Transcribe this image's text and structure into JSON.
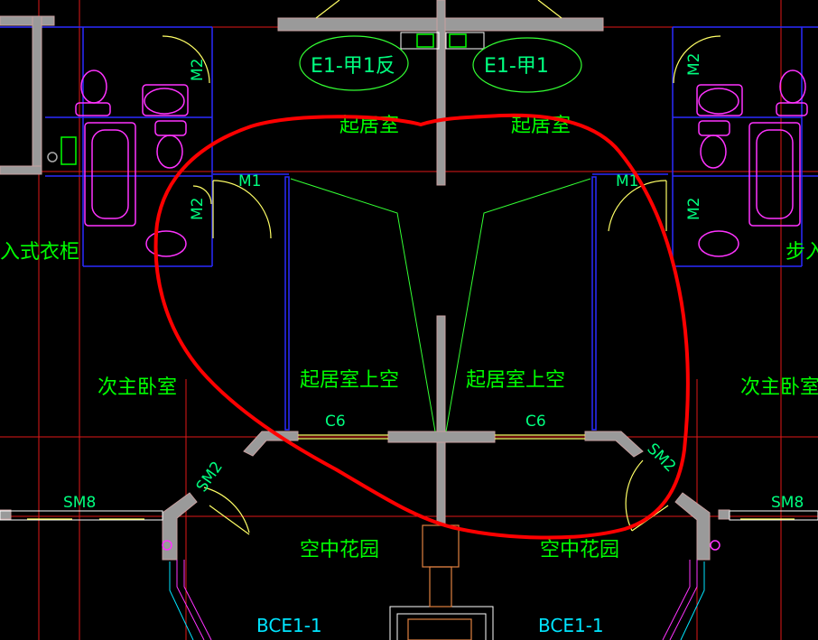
{
  "plan": {
    "rooms": {
      "living_left": "起居室",
      "living_right": "起居室",
      "void_left": "起居室上空",
      "void_right": "起居室上空",
      "bedroom_left": "次主卧室",
      "bedroom_right": "次主卧室",
      "garden_left": "空中花园",
      "garden_right": "空中花园",
      "closet_left": "入式衣柜",
      "closet_right": "步入"
    },
    "unit_tags": {
      "left": "E1-甲1反",
      "right": "E1-甲1"
    },
    "doors": {
      "m1_left": "M1",
      "m1_right": "M1",
      "m2_top_left": "M2",
      "m2_mid_left": "M2",
      "m2_top_right": "M2",
      "m2_mid_right": "M2",
      "sm2_left": "SM2",
      "sm2_right": "SM2",
      "sm8_left": "SM8",
      "sm8_right": "SM8"
    },
    "windows": {
      "c6_left": "C6",
      "c6_right": "C6"
    },
    "balconies": {
      "left": "BCE1-1",
      "right": "BCE1-1"
    },
    "colors": {
      "background": "#000000",
      "wall": "#9a9a9a",
      "wall_outline": "#c8a0a0",
      "axis": "#ff2020",
      "room_text": "#00ff00",
      "door_arc": "#ffff66",
      "fixture": "#ff33ff",
      "partition": "#2222ff",
      "markup": "#ff0000",
      "balcony": "#00e5ff"
    }
  }
}
